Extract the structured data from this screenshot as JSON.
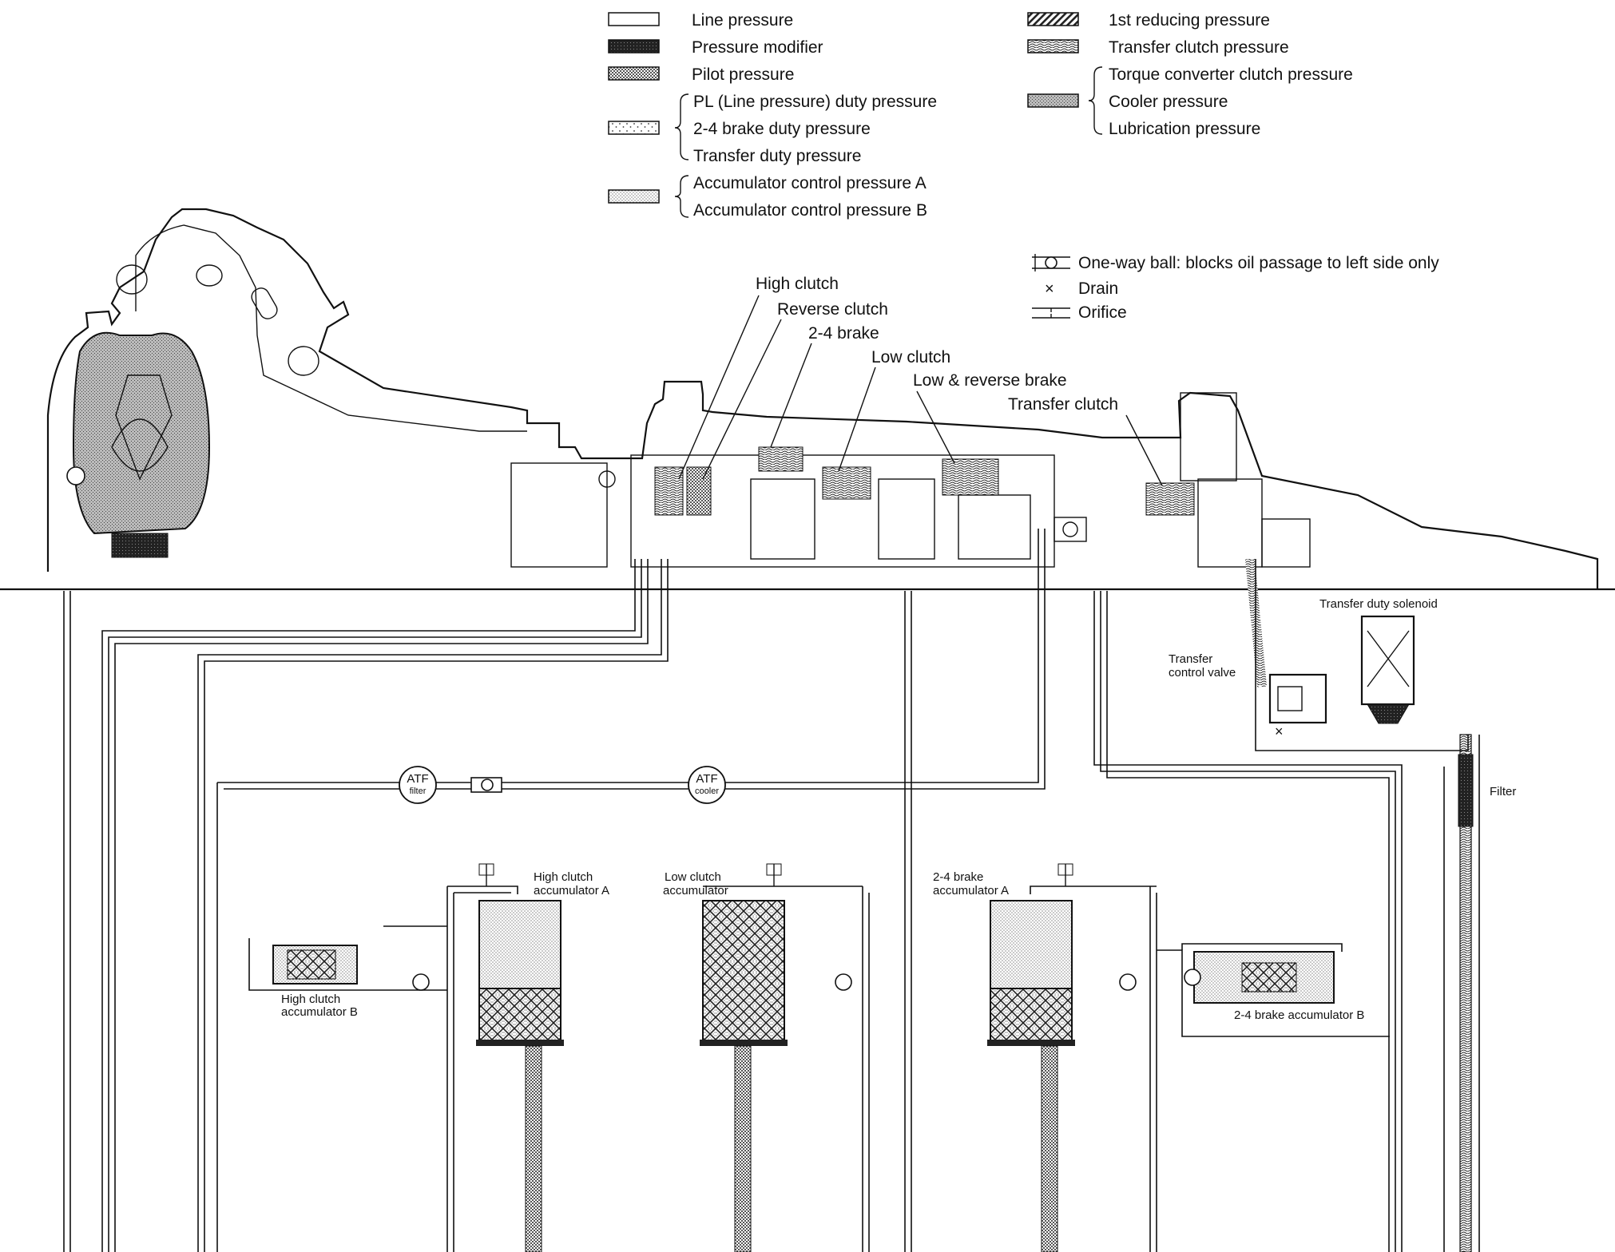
{
  "legend": {
    "left": [
      {
        "label": "Line pressure",
        "pattern": "line"
      },
      {
        "label": "Pressure modifier",
        "pattern": "modifier"
      },
      {
        "label": "Pilot pressure",
        "pattern": "pilot"
      }
    ],
    "duty_group": {
      "pattern": "duty",
      "labels": [
        "PL (Line pressure) duty pressure",
        "2-4 brake duty pressure",
        "Transfer duty pressure"
      ]
    },
    "accumulator_group": {
      "pattern": "accum",
      "labels": [
        "Accumulator control pressure A",
        "Accumulator control pressure B"
      ]
    },
    "right": [
      {
        "label": "1st reducing pressure",
        "pattern": "reducing"
      },
      {
        "label": "Transfer clutch pressure",
        "pattern": "transfer"
      }
    ],
    "converter_group": {
      "pattern": "cooler",
      "labels": [
        "Torque converter clutch pressure",
        "Cooler pressure",
        "Lubrication pressure"
      ]
    }
  },
  "symbols": {
    "one_way_ball": "One-way ball: blocks oil passage to left side only",
    "drain": "Drain",
    "orifice": "Orifice"
  },
  "components": {
    "high_clutch": "High clutch",
    "reverse_clutch": "Reverse clutch",
    "brake_24": "2-4 brake",
    "low_clutch": "Low clutch",
    "low_reverse_brake": "Low & reverse brake",
    "transfer_clutch": "Transfer clutch"
  },
  "hydraulics": {
    "atf_filter": [
      "ATF",
      "filter"
    ],
    "atf_cooler": [
      "ATF",
      "cooler"
    ],
    "transfer_duty_solenoid": "Transfer duty solenoid",
    "transfer_control_valve": [
      "Transfer",
      "control valve"
    ],
    "filter": "Filter"
  },
  "accumulators": {
    "high_clutch_a": [
      "High clutch",
      "accumulator A"
    ],
    "high_clutch_b": [
      "High clutch",
      "accumulator B"
    ],
    "low_clutch": [
      "Low clutch",
      "accumulator"
    ],
    "brake_24_a": [
      "2-4 brake",
      "accumulator A"
    ],
    "brake_24_b": "2-4 brake accumulator B"
  }
}
